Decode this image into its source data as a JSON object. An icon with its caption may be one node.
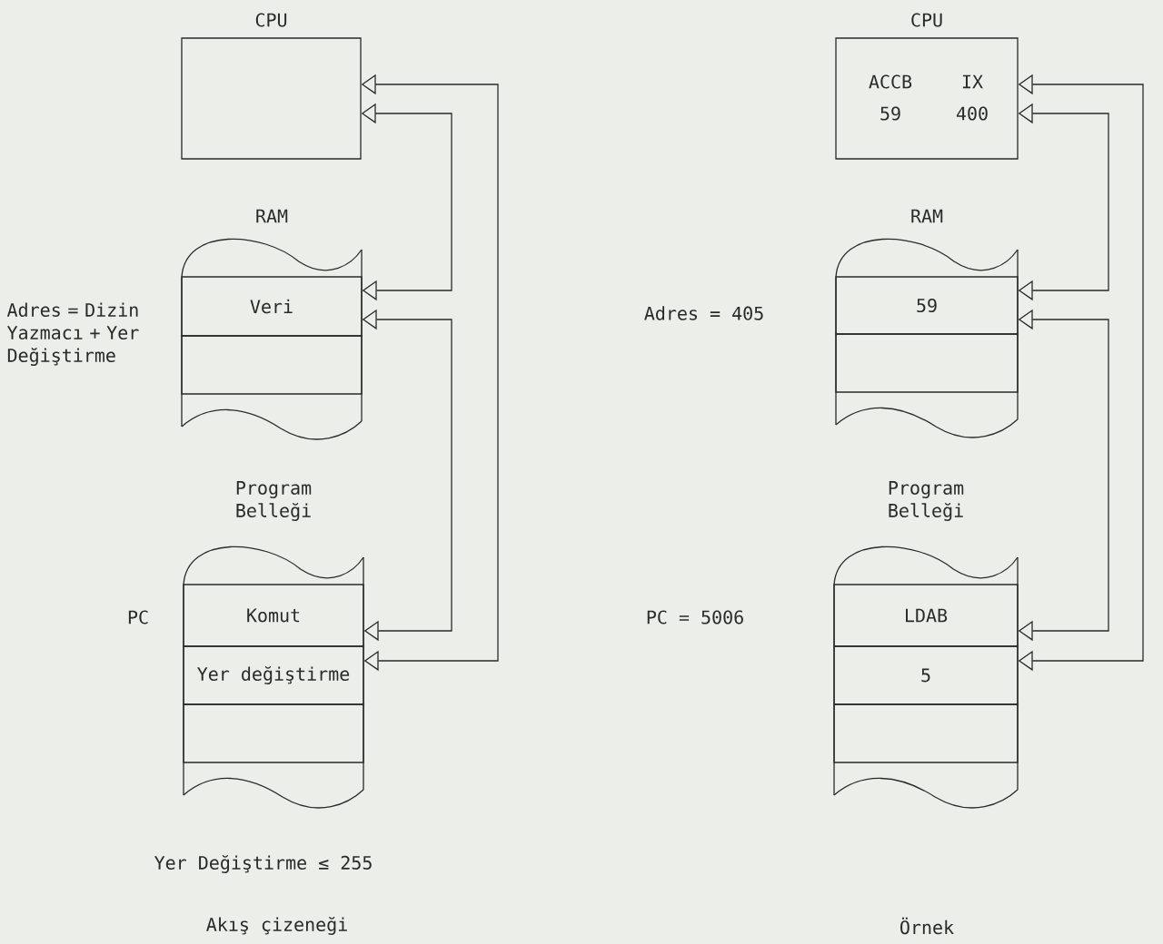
{
  "diagram": {
    "nodes": [
      {
        "text": [
          "CPU"
        ]
      },
      {
        "text": [
          "RAM"
        ]
      },
      {
        "text": [
          "Veri"
        ],
        "in": 1
      },
      {
        "text": [],
        "shape": "box",
        "in": 1
      },
      {
        "text": [
          "Program Belleği"
        ]
      },
      {
        "text": [
          "Komut"
        ],
        "in": 4
      },
      {
        "text": [
          "Yer değiştirme"
        ],
        "in": 4
      },
      {
        "text": [],
        "shape": "box",
        "in": 4
      },
      {
        "text": [
          "CPU",
          "ACCB",
          "IX",
          "59",
          "400"
        ]
      },
      {
        "text": [
          "RAM"
        ]
      },
      {
        "text": [
          "59"
        ],
        "in": 9
      },
      {
        "text": [],
        "shape": "box",
        "in": 9
      },
      {
        "text": [
          "Program Belleği"
        ]
      },
      {
        "text": [
          "LDAB"
        ],
        "in": 12
      },
      {
        "text": [
          "5"
        ],
        "in": 12
      },
      {
        "text": [],
        "shape": "box",
        "in": 12
      }
    ],
    "edges": [
      {
        "from": 0,
        "to": 6,
        "arrow": "both"
      },
      {
        "from": 0,
        "to": 2,
        "arrow": "both"
      },
      {
        "from": 2,
        "to": 6,
        "arrow": "both"
      },
      {
        "from": 8,
        "to": 14,
        "arrow": "both"
      },
      {
        "from": 8,
        "to": 10,
        "arrow": "both"
      },
      {
        "from": 10,
        "to": 14,
        "arrow": "both"
      }
    ],
    "labels": [
      "Adres = Dizin Yazmacı + Yer Değiştirme",
      "Adres = 405",
      "PC",
      "PC = 5006",
      "Yer Değiştirme ≤ 255",
      "Akış çizeneği",
      "Örnek"
    ]
  }
}
